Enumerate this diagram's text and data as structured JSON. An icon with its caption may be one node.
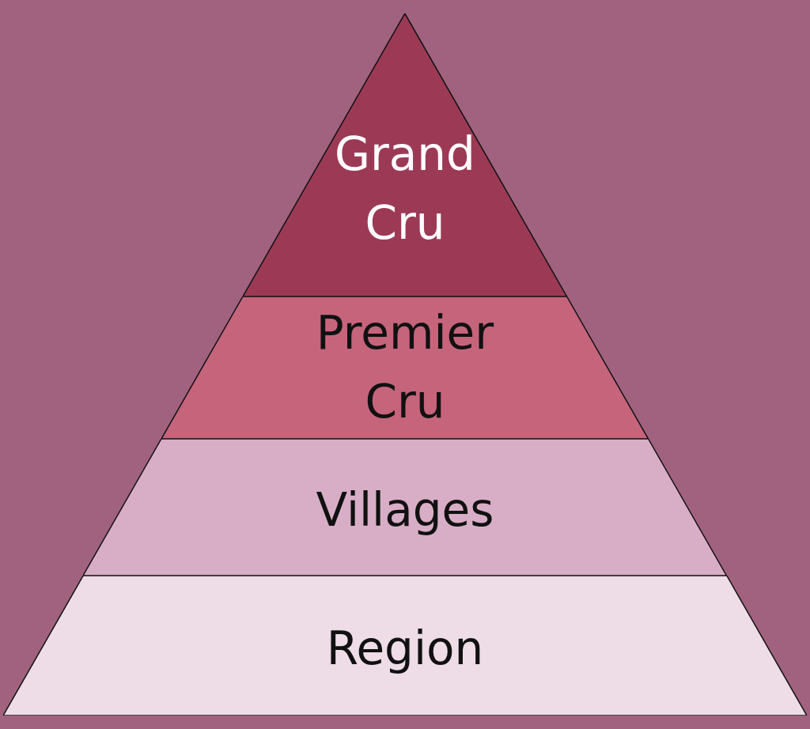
{
  "diagram": {
    "nodes": [
      {
        "text": [
          "Grand Cru"
        ]
      },
      {
        "text": [
          "Premier Cru"
        ]
      },
      {
        "text": [
          "Villages"
        ]
      },
      {
        "text": [
          "Region"
        ]
      }
    ]
  }
}
